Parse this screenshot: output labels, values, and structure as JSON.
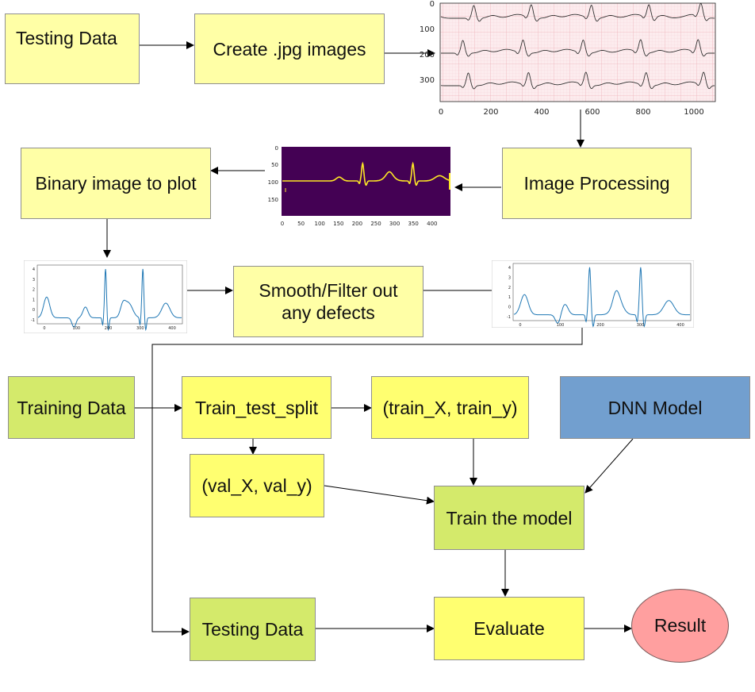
{
  "boxes": {
    "testing_data_top": "Testing Data",
    "create_jpg": "Create .jpg images",
    "image_processing": "Image Processing",
    "binary_to_plot": "Binary image to plot",
    "smooth_filter_line1": "Smooth/Filter out",
    "smooth_filter_line2": "any defects",
    "training_data": "Training Data",
    "train_test_split": "Train_test_split",
    "train_xy": "(train_X, train_y)",
    "dnn_model": "DNN Model",
    "val_xy": "(val_X, val_y)",
    "train_model": "Train the model",
    "testing_data_bottom": "Testing Data",
    "evaluate": "Evaluate",
    "result": "Result"
  },
  "ecg_image": {
    "y_ticks": [
      "0",
      "100",
      "200",
      "300"
    ],
    "x_ticks": [
      "0",
      "200",
      "400",
      "600",
      "800",
      "1000"
    ]
  },
  "binary_image": {
    "y_ticks": [
      "0",
      "50",
      "100",
      "150"
    ],
    "x_ticks": [
      "0",
      "50",
      "100",
      "150",
      "200",
      "250",
      "300",
      "350",
      "400"
    ]
  },
  "plot_raw": {
    "y_ticks": [
      "4",
      "3",
      "2",
      "1",
      "0",
      "-1"
    ],
    "x_ticks": [
      "0",
      "100",
      "200",
      "300",
      "400"
    ]
  },
  "plot_smooth": {
    "y_ticks": [
      "4",
      "3",
      "2",
      "1",
      "0",
      "-1"
    ],
    "x_ticks": [
      "0",
      "100",
      "200",
      "300",
      "400"
    ]
  },
  "colors": {
    "light_yellow": "#ffffa6",
    "yellow": "#ffff70",
    "green": "#d4ea6b",
    "blue": "#729fcf",
    "result_red": "#ff9f9f",
    "ecg_grid": "#f4c6cc",
    "binary_bg": "#440154",
    "binary_trace": "#fde725",
    "plot_line": "#1f77b4"
  }
}
